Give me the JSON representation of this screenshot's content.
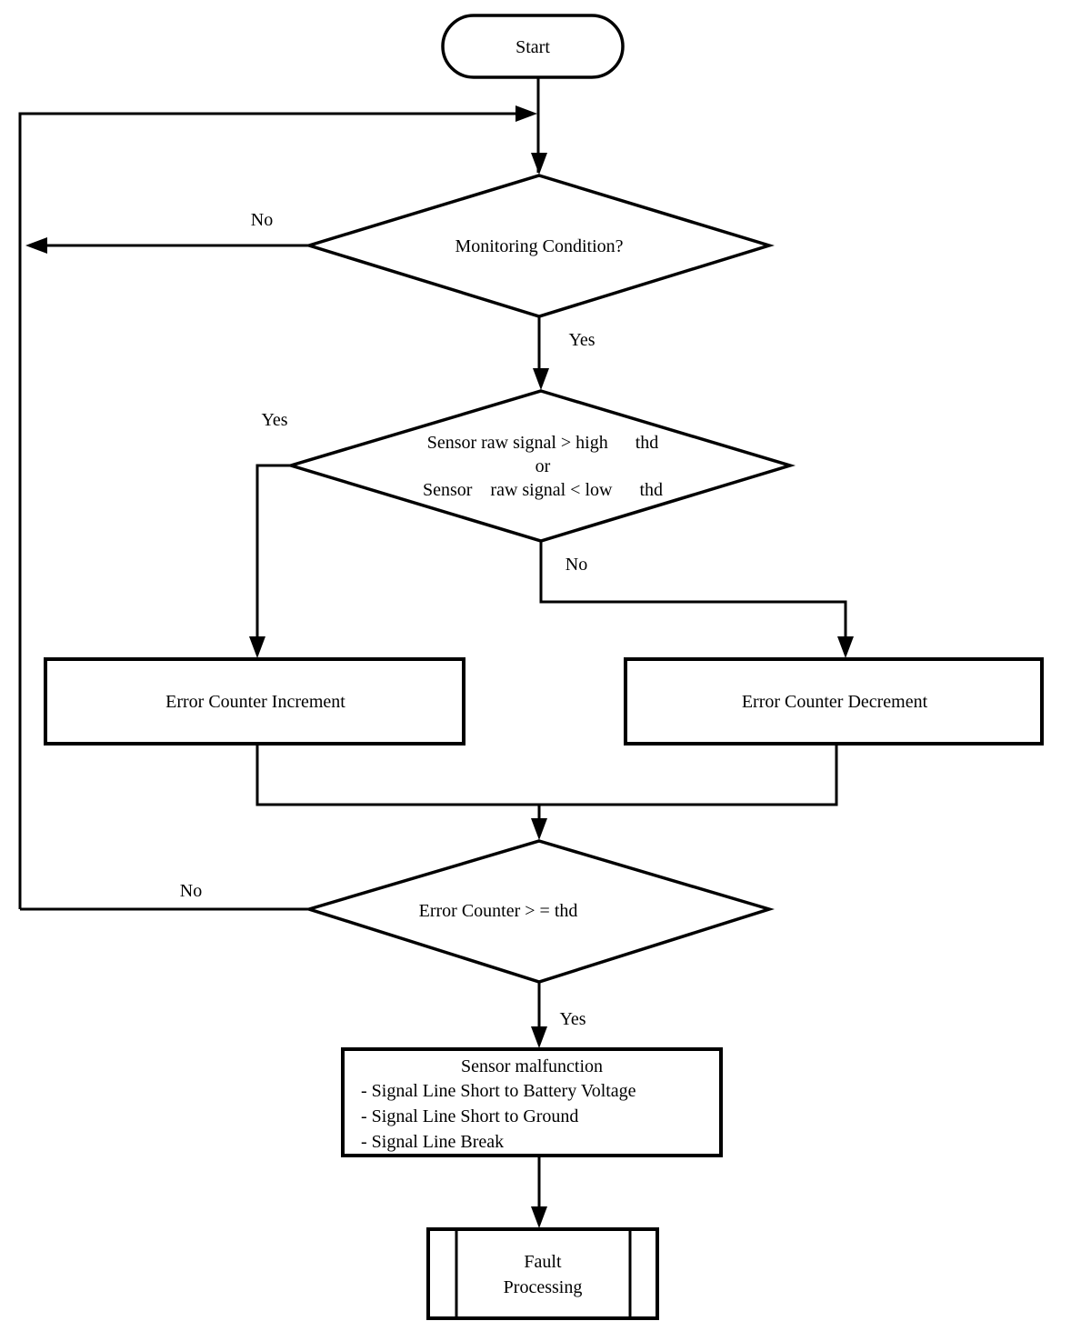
{
  "colors": {
    "line": "#000000",
    "background": "#ffffff",
    "text": "#000000"
  },
  "diagram": {
    "nodes": {
      "start": {
        "type": "terminator",
        "label": "Start"
      },
      "monitoring_condition": {
        "type": "decision",
        "label": "Monitoring Condition?"
      },
      "signal_threshold_check": {
        "type": "decision",
        "label": "Sensor raw signal > high      thd\nor\nSensor    raw signal < low      thd"
      },
      "error_counter_increment": {
        "type": "process",
        "label": "Error Counter Increment"
      },
      "error_counter_decrement": {
        "type": "process",
        "label": "Error Counter Decrement"
      },
      "error_counter_threshold": {
        "type": "decision",
        "label": "Error Counter > = thd"
      },
      "sensor_malfunction": {
        "type": "process",
        "title": "Sensor malfunction",
        "items": [
          "- Signal Line Short to Battery Voltage",
          "- Signal Line Short to Ground",
          "- Signal Line Break"
        ]
      },
      "fault_processing": {
        "type": "predefined_process",
        "label": "Fault\nProcessing"
      }
    },
    "edge_labels": {
      "monitoring_no": "No",
      "monitoring_yes": "Yes",
      "threshold_yes": "Yes",
      "threshold_no": "No",
      "counter_no": "No",
      "counter_yes": "Yes"
    }
  }
}
